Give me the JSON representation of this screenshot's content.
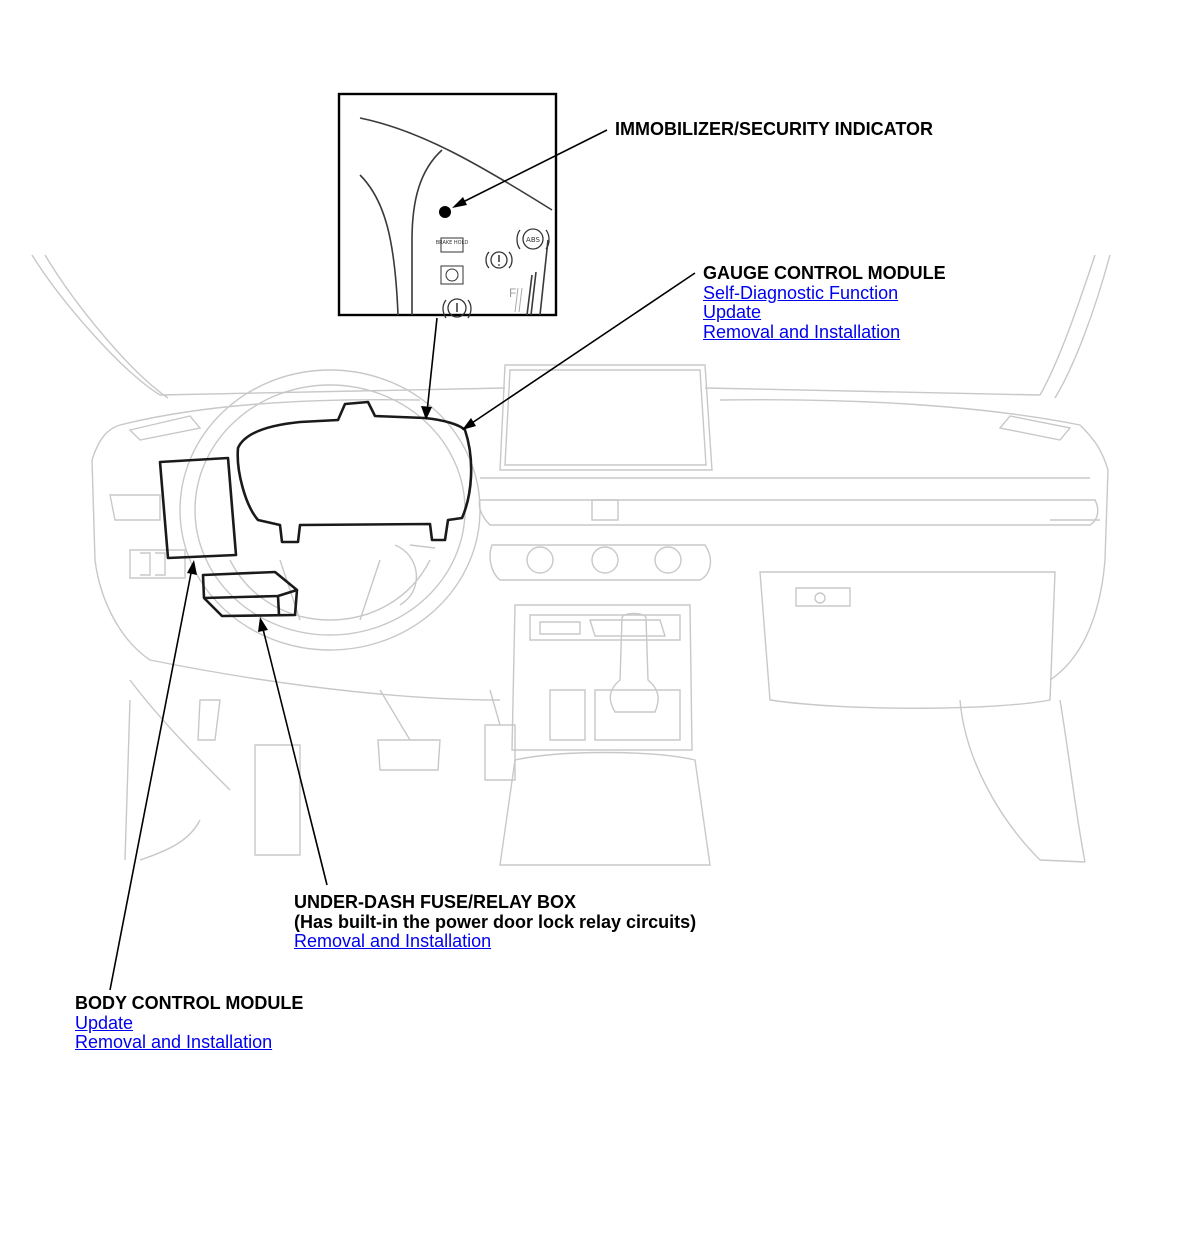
{
  "callouts": {
    "immobilizer": {
      "title": "IMMOBILIZER/SECURITY INDICATOR"
    },
    "gauge_control_module": {
      "title": "GAUGE CONTROL MODULE",
      "links": [
        "Self-Diagnostic Function",
        "Update",
        "Removal and Installation"
      ]
    },
    "under_dash_fuse_relay_box": {
      "title": "UNDER-DASH FUSE/RELAY BOX",
      "note": "(Has built-in the power door lock relay circuits)",
      "links": [
        "Removal and Installation"
      ]
    },
    "body_control_module": {
      "title": "BODY CONTROL MODULE",
      "links": [
        "Update",
        "Removal and Installation"
      ]
    }
  },
  "inset_icons": {
    "brake_hold": "BRAKE HOLD",
    "abs": "ABS",
    "fuel": "F"
  },
  "colors": {
    "link": "#0000ee",
    "line_faint": "#c8c8c8",
    "line_bold": "#1a1a1a",
    "text": "#000000"
  }
}
